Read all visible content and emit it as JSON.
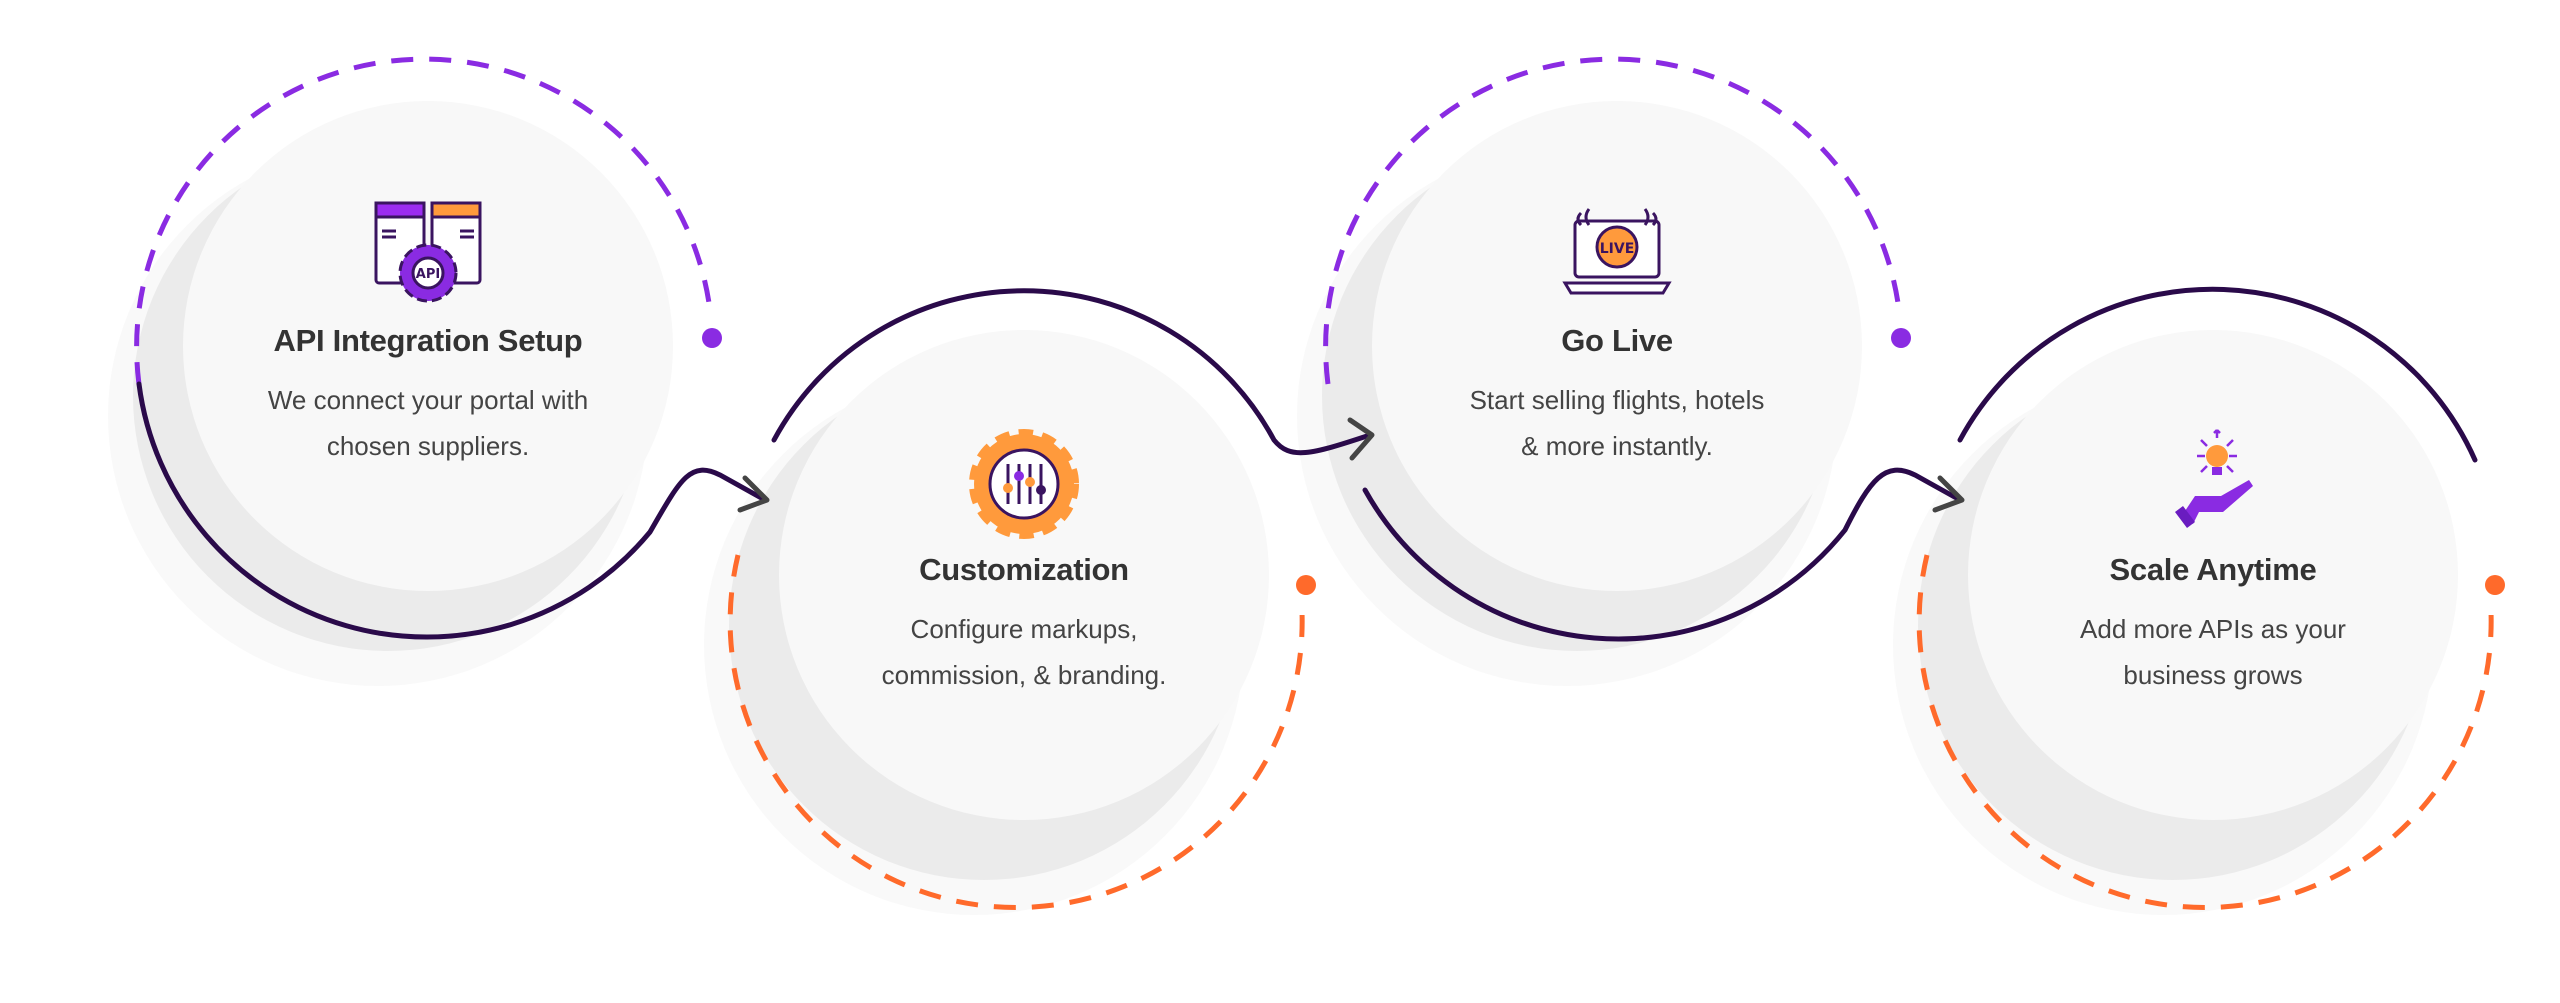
{
  "colors": {
    "purple": "#8a2be2",
    "orange": "#ff6a2b",
    "line": "#2a0a4a",
    "arrow": "#444444",
    "circle": "#f8f8f8",
    "shadow": "#ebebeb"
  },
  "steps": [
    {
      "icon": "api-gear-icon",
      "title": "API Integration Setup",
      "desc_lines": [
        "We connect your portal with",
        "chosen suppliers."
      ]
    },
    {
      "icon": "settings-sliders-gear-icon",
      "title": "Customization",
      "desc_lines": [
        "Configure markups,",
        "commission, & branding."
      ]
    },
    {
      "icon": "live-laptop-icon",
      "title": "Go Live",
      "desc_lines": [
        "Start selling flights, hotels",
        "& more instantly."
      ]
    },
    {
      "icon": "hand-lightbulb-icon",
      "title": "Scale Anytime",
      "desc_lines": [
        "Add more APIs as your",
        "business grows"
      ]
    }
  ],
  "live_badge": "LIVE",
  "api_badge": "API"
}
